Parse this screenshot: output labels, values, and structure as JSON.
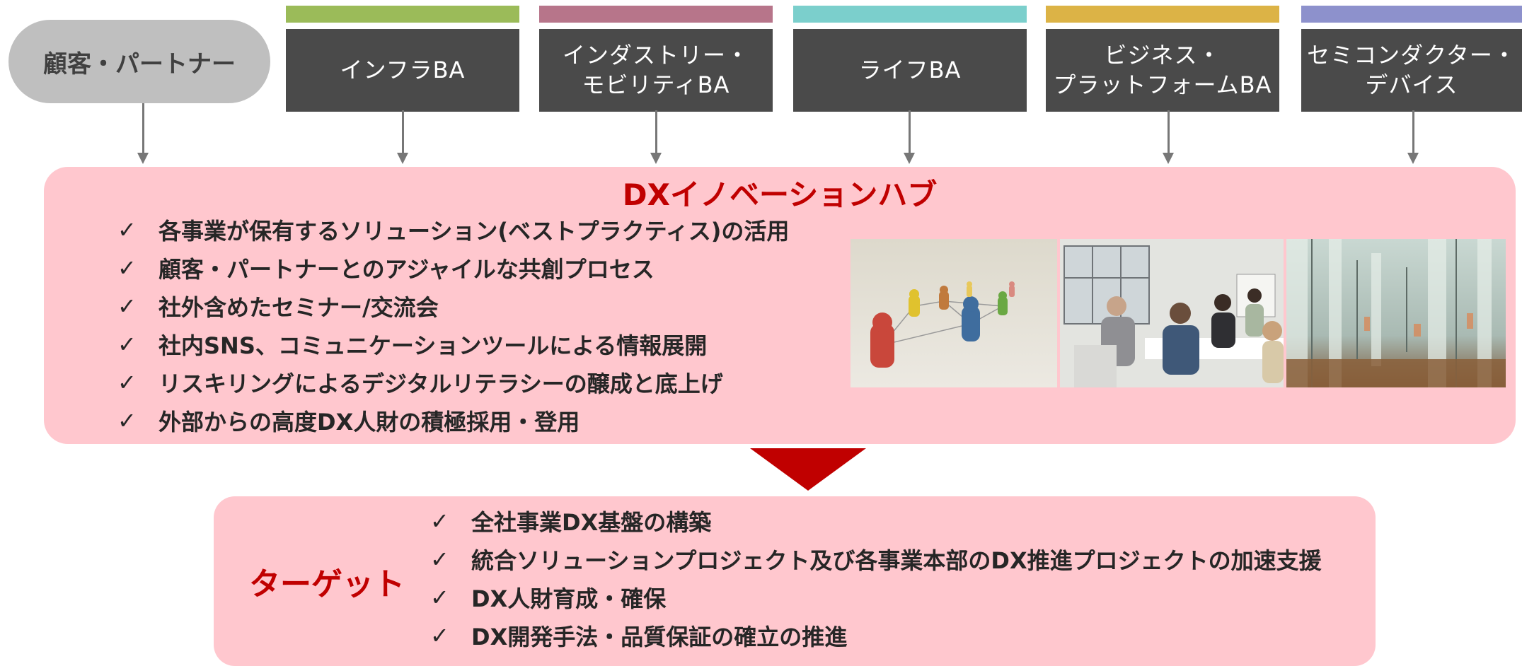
{
  "partner": {
    "label": "顧客・パートナー"
  },
  "business_areas": [
    {
      "label": "インフラBA",
      "color": "#9bbb59"
    },
    {
      "label": "インダストリー・\nモビリティBA",
      "color": "#b7758a"
    },
    {
      "label": "ライフBA",
      "color": "#7bcfcc"
    },
    {
      "label": "ビジネス・\nプラットフォームBA",
      "color": "#dcb346"
    },
    {
      "label": "セミコンダクター・\nデバイス",
      "color": "#8d91cc"
    }
  ],
  "hub": {
    "title": "DXイノベーションハブ",
    "check_mark": "✓",
    "items": [
      "各事業が保有するソリューション(ベストプラクティス)の活用",
      "顧客・パートナーとのアジャイルな共創プロセス",
      "社外含めたセミナー/交流会",
      "社内SNS、コミュニケーションツールによる情報展開",
      "リスキリングによるデジタルリテラシーの醸成と底上げ",
      "外部からの高度DX人財の積極採用・登用"
    ]
  },
  "target": {
    "label": "ターゲット",
    "check_mark": "✓",
    "items": [
      "全社事業DX基盤の構築",
      "統合ソリューションプロジェクト及び各事業本部のDX推進プロジェクトの加速支援",
      "DX人財育成・確保",
      "DX開発手法・品質保証の確立の推進"
    ]
  },
  "colors": {
    "accent_red": "#c00000",
    "pink_panel": "#ffc7ce",
    "dark_box": "#4a4a4a"
  }
}
